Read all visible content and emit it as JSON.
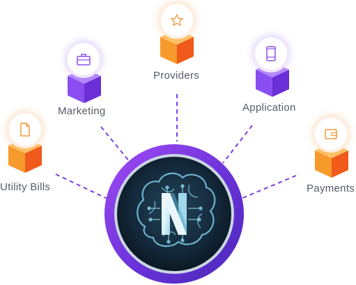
{
  "hub": {
    "logo_letter": "N",
    "colors": {
      "ring": "#7b3ee8",
      "inner": "#10222e",
      "circuit": "#7fd0ea"
    }
  },
  "nodes": [
    {
      "id": "utility-bills",
      "label": "Utility Bills",
      "icon": "document-icon",
      "color": "orange"
    },
    {
      "id": "marketing",
      "label": "Marketing",
      "icon": "briefcase-icon",
      "color": "purple"
    },
    {
      "id": "providers",
      "label": "Providers",
      "icon": "star-icon",
      "color": "orange"
    },
    {
      "id": "application",
      "label": "Application",
      "icon": "smartphone-icon",
      "color": "purple"
    },
    {
      "id": "payments",
      "label": "Payments",
      "icon": "wallet-icon",
      "color": "orange"
    }
  ],
  "colors": {
    "orange": "#f68a2b",
    "purple": "#8a4ef0",
    "connector": "#7a3fe0",
    "label": "#555b66"
  }
}
